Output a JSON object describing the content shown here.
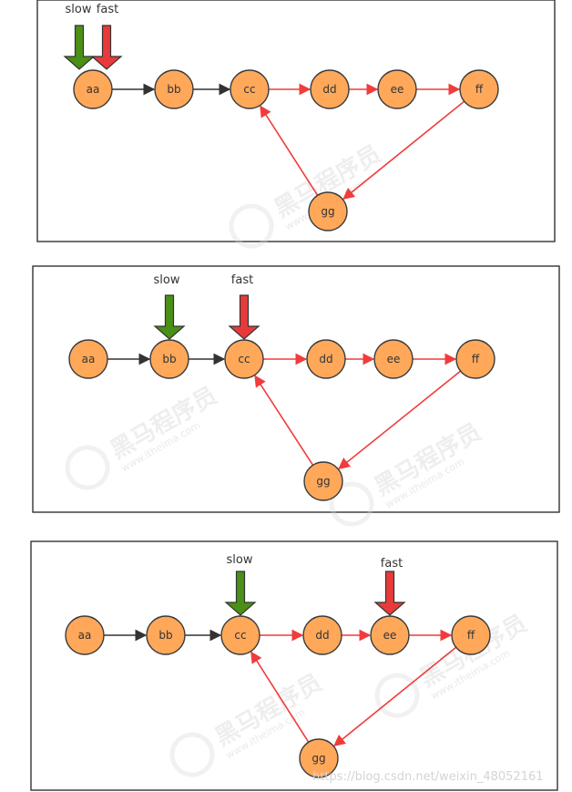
{
  "colors": {
    "node_fill": "#ffa85a",
    "node_stroke": "#3b3b3b",
    "arrow_dark": "#333333",
    "arrow_red": "#f03c3c",
    "slow_arrow": "#4a8f16",
    "fast_arrow": "#e83a3a"
  },
  "nodes": [
    "aa",
    "bb",
    "cc",
    "dd",
    "ee",
    "ff",
    "gg"
  ],
  "pointers": {
    "slow": "slow",
    "fast": "fast"
  },
  "panels": [
    {
      "slow_at": "aa",
      "fast_at": "aa"
    },
    {
      "slow_at": "bb",
      "fast_at": "cc"
    },
    {
      "slow_at": "cc",
      "fast_at": "ee"
    }
  ],
  "watermark": {
    "brand": "黑马程序员",
    "site": "www.itheima.com"
  },
  "credit": "https://blog.csdn.net/weixin_48052161"
}
